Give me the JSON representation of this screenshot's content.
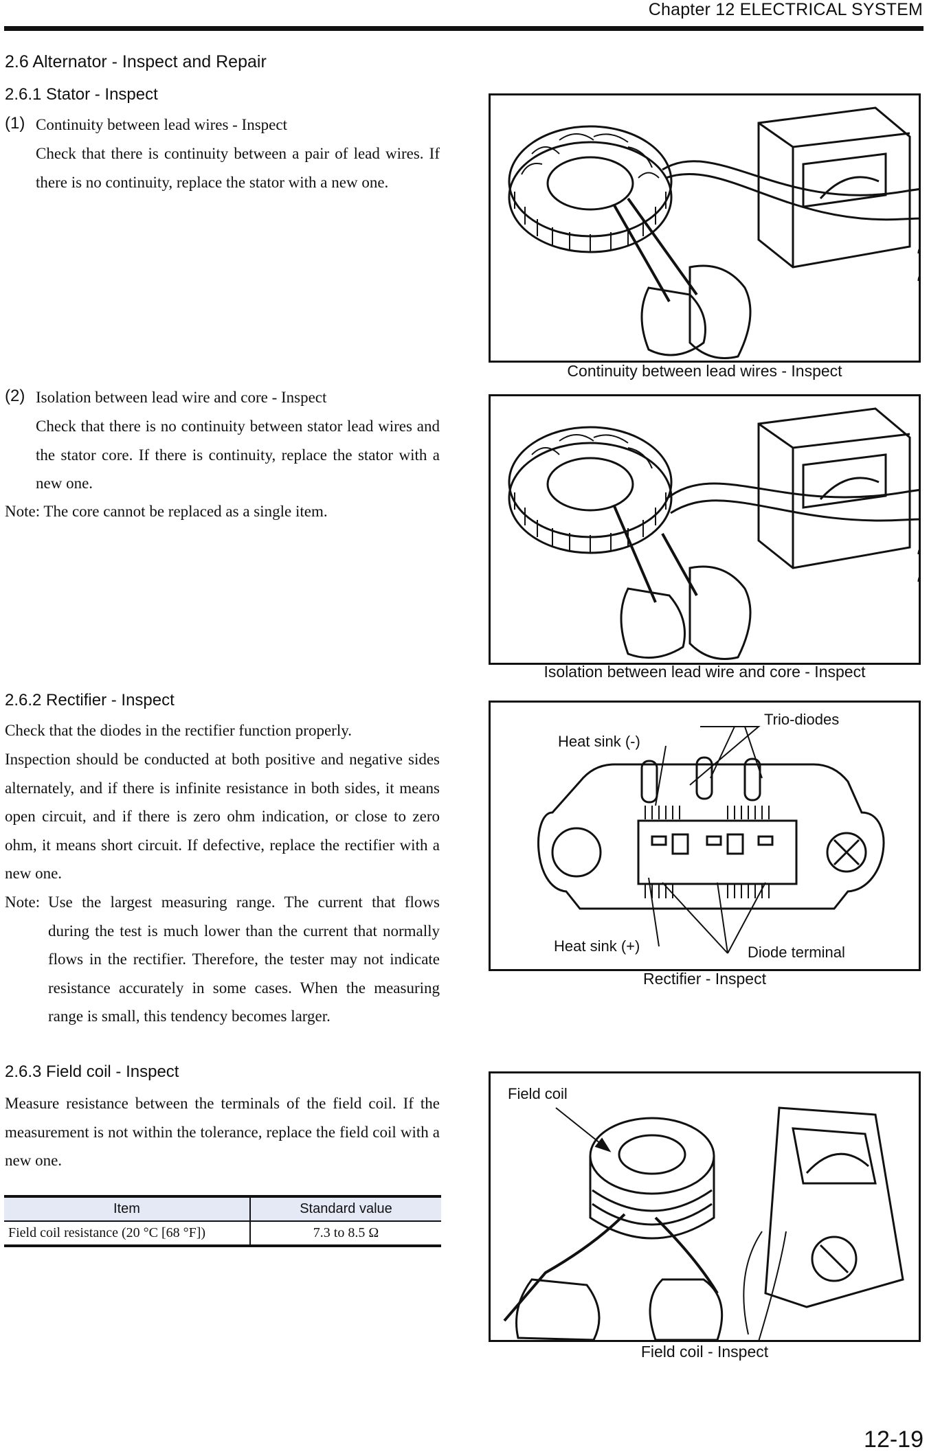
{
  "header": {
    "chapter": "Chapter 12  ELECTRICAL SYSTEM"
  },
  "section": {
    "title": "2.6   Alternator - Inspect and Repair"
  },
  "stator": {
    "title": "2.6.1   Stator - Inspect",
    "item1": {
      "num": "(1)",
      "head": "Continuity between lead wires - Inspect",
      "body": "Check that there is continuity between a pair of lead wires. If there is no continuity, replace the stator with a new one."
    },
    "item2": {
      "num": "(2)",
      "head": "Isolation between lead wire and core - Inspect",
      "body": "Check that there is no continuity between stator lead wires and the stator core. If there is continuity, replace the stator with a new one."
    },
    "note": "Note: The core cannot be replaced as a single item."
  },
  "rectifier": {
    "title": "2.6.2   Rectifier - Inspect",
    "body1": "Check that the diodes in the rectifier function properly.",
    "body2": "Inspection should be conducted at both positive and negative sides alternately, and if there is infinite resistance in both sides, it means open circuit, and if there is zero ohm indication, or close to zero ohm, it means short circuit. If defective, replace the rectifier with a new one.",
    "note_label": "Note:",
    "note_body": "Use the largest measuring range. The current that flows during the test is much lower than the current that normally flows in the rectifier. Therefore, the tester may not indicate resistance accurately in some cases. When the measuring range is small, this tendency becomes larger."
  },
  "field_coil": {
    "title": "2.6.3   Field coil - Inspect",
    "body": "Measure resistance between the terminals of the field coil. If the measurement is not within the tolerance, replace the field coil with a new one."
  },
  "spec_table": {
    "headers": [
      "Item",
      "Standard value"
    ],
    "rows": [
      [
        "Field coil resistance (20 °C [68 °F])",
        "7.3 to 8.5 Ω"
      ]
    ]
  },
  "figures": {
    "fig1_caption": "Continuity between lead wires - Inspect",
    "fig2_caption": "Isolation between lead wire and core - Inspect",
    "fig3_caption": "Rectifier - Inspect",
    "fig3_labels": {
      "trio": "Trio-diodes",
      "heatsink_neg": "Heat sink (-)",
      "heatsink_pos": "Heat sink (+)",
      "diode_terminal": "Diode terminal"
    },
    "fig4_caption": "Field coil - Inspect",
    "fig4_label": "Field coil"
  },
  "footer": {
    "page": "12-19"
  }
}
